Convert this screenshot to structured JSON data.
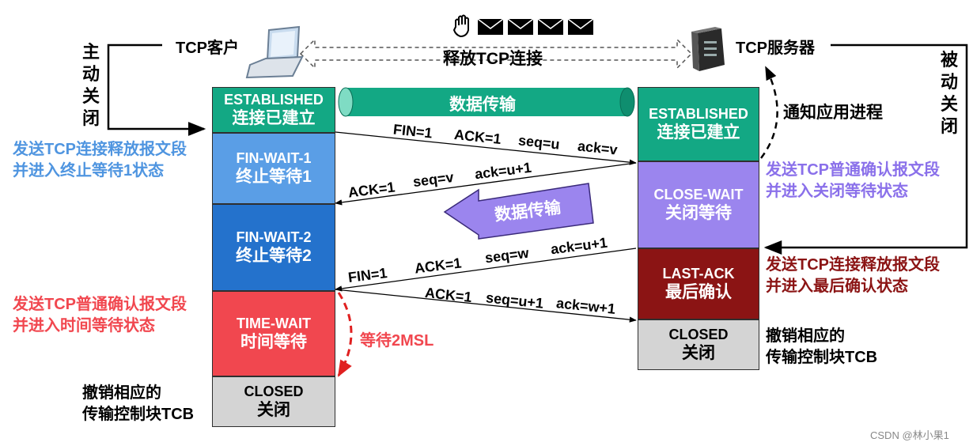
{
  "client": {
    "title": "TCP客户",
    "close_mode": "主动关闭",
    "states": [
      {
        "en": "ESTABLISHED",
        "cn": "连接已建立",
        "bg": "#13a884"
      },
      {
        "en": "FIN-WAIT-1",
        "cn": "终止等待1",
        "bg": "#5a9ee6"
      },
      {
        "en": "FIN-WAIT-2",
        "cn": "终止等待2",
        "bg": "#2472cc"
      },
      {
        "en": "TIME-WAIT",
        "cn": "时间等待",
        "bg": "#f1474f"
      },
      {
        "en": "CLOSED",
        "cn": "关闭",
        "bg": "#d4d4d4"
      }
    ],
    "note_fin1_line1": "发送TCP连接释放报文段",
    "note_fin1_line2": "并进入终止等待1状态",
    "note_time_line1": "发送TCP普通确认报文段",
    "note_time_line2": "并进入时间等待状态",
    "note_closed_line1": "撤销相应的",
    "note_closed_line2": "传输控制块TCB",
    "wait_label": "等待2MSL"
  },
  "server": {
    "title": "TCP服务器",
    "close_mode": "被动关闭",
    "states": [
      {
        "en": "ESTABLISHED",
        "cn": "连接已建立",
        "bg": "#13a884"
      },
      {
        "en": "CLOSE-WAIT",
        "cn": "关闭等待",
        "bg": "#9b85ee"
      },
      {
        "en": "LAST-ACK",
        "cn": "最后确认",
        "bg": "#8b1414"
      },
      {
        "en": "CLOSED",
        "cn": "关闭",
        "bg": "#d4d4d4"
      }
    ],
    "notify_label": "通知应用进程",
    "note_close_line1": "发送TCP普通确认报文段",
    "note_close_line2": "并进入关闭等待状态",
    "note_last_line1": "发送TCP连接释放报文段",
    "note_last_line2": "并进入最后确认状态",
    "note_closed_line1": "撤销相应的",
    "note_closed_line2": "传输控制块TCB"
  },
  "release_label": "释放TCP连接",
  "data_transfer_label": "数据传输",
  "data_transfer_label_2": "数据传输",
  "segments": {
    "s1": [
      "FIN=1",
      "ACK=1",
      "seq=u",
      "ack=v"
    ],
    "s2": [
      "ACK=1",
      "seq=v",
      "ack=u+1"
    ],
    "s3": [
      "FIN=1",
      "ACK=1",
      "seq=w",
      "ack=u+1"
    ],
    "s4": [
      "ACK=1",
      "seq=u+1",
      "ack=w+1"
    ]
  },
  "watermark": "CSDN @林小果1",
  "colors": {
    "established": "#13a884",
    "blue_note": "#4f95e0",
    "purple_note": "#8a70ea",
    "red_note": "#f1474f",
    "darkred_note": "#8b1414"
  }
}
